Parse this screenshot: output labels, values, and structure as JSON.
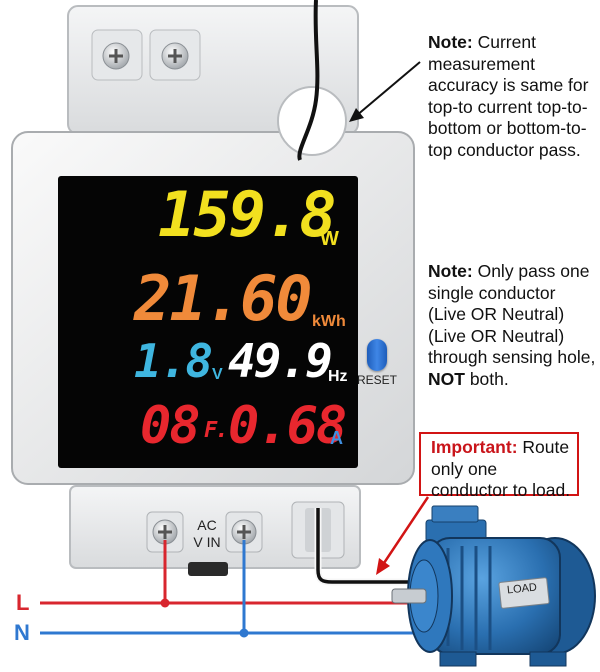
{
  "display": {
    "power_value": "159.8",
    "power_unit": "W",
    "energy_value": "21.60",
    "energy_unit": "kWh",
    "voltage_value": "1.8",
    "voltage_unit": "V",
    "frequency_value": "49.9",
    "frequency_unit": "Hz",
    "pf_left": "08",
    "pf_mid": "F.",
    "pf_right": "0.68",
    "pf_unit": "A"
  },
  "device": {
    "reset_label": "RESET",
    "terminal_label_line1": "AC",
    "terminal_label_line2": "V IN"
  },
  "wiring": {
    "live_label": "L",
    "neutral_label": "N",
    "load_label": "LOAD"
  },
  "notes": {
    "top_bold": "Note:",
    "top_text": " Current measurement accuracy is same for top-to current top-to-bottom or bottom-to-top conductor pass.",
    "mid_bold": "Note:",
    "mid_text1": " Only pass one single conductor (Live OR Neutral) (Live OR Neutral) through sensing hole, ",
    "mid_bold2": "NOT",
    "mid_text2": " both.",
    "imp_bold": "Important:",
    "imp_text": " Route only one conductor to load."
  },
  "colors": {
    "power": "#f2e01f",
    "energy": "#f08a3a",
    "voltage": "#3fb6e0",
    "frequency": "#ffffff",
    "pf": "#e8272e",
    "live_wire": "#d8262e",
    "neutral_wire": "#2f78d0",
    "motor": "#2a6fb0"
  }
}
